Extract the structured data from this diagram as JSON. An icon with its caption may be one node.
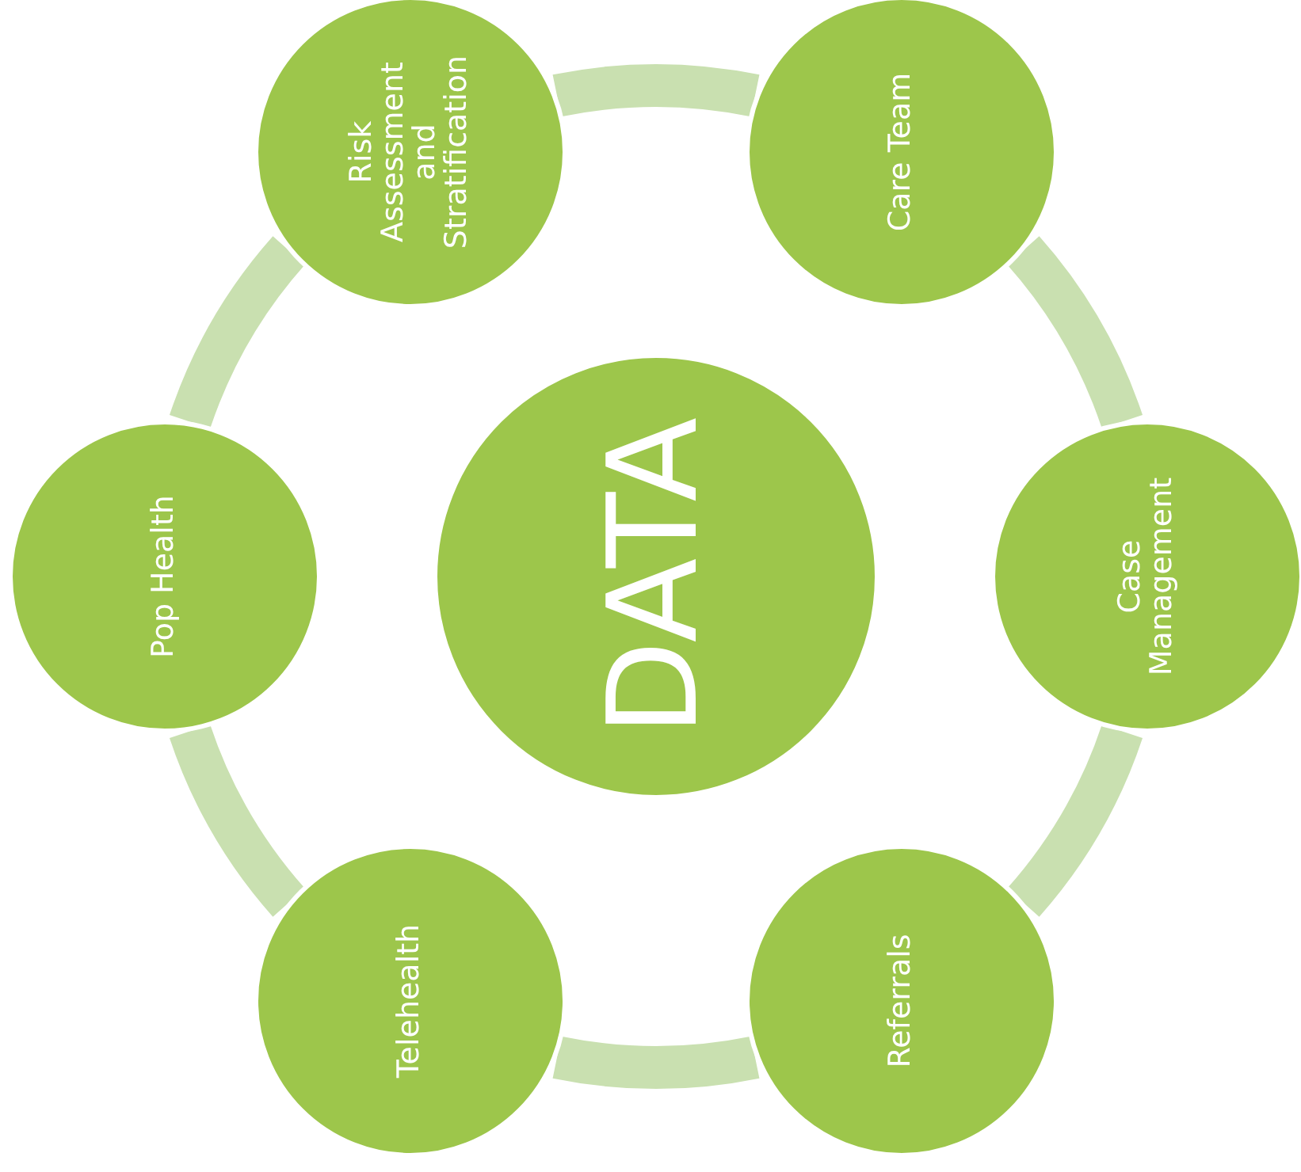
{
  "diagram": {
    "nodes": [
      {
        "text": [
          "DATA"
        ]
      },
      {
        "text": [
          "Risk Assessment and Stratification"
        ]
      },
      {
        "text": [
          "Care Team"
        ]
      },
      {
        "text": [
          "Case Management"
        ]
      },
      {
        "text": [
          "Referrals"
        ]
      },
      {
        "text": [
          "Telehealth"
        ]
      },
      {
        "text": [
          "Pop Health"
        ]
      }
    ],
    "edges": [
      {
        "from": 1,
        "to": 2,
        "arrow": "none"
      },
      {
        "from": 2,
        "to": 3,
        "arrow": "none"
      },
      {
        "from": 3,
        "to": 4,
        "arrow": "none"
      },
      {
        "from": 4,
        "to": 5,
        "arrow": "none"
      },
      {
        "from": 5,
        "to": 6,
        "arrow": "none"
      },
      {
        "from": 6,
        "to": 1,
        "arrow": "none"
      }
    ]
  }
}
